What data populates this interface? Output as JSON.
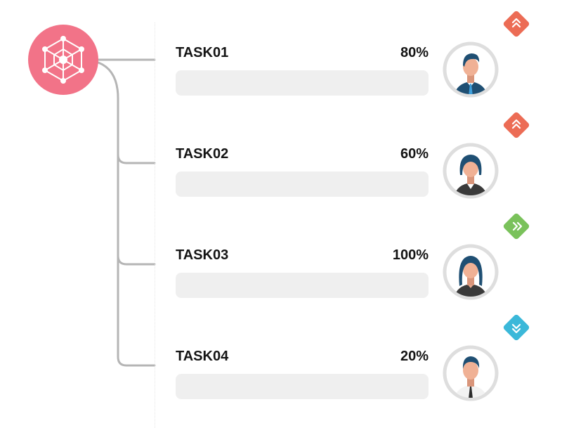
{
  "tasks": [
    {
      "label": "TASK01",
      "percent": "80%",
      "progress": 0.8,
      "priority_icon": "double-chevron-up-icon",
      "badge_color": "#ec6c55",
      "avatar": "man-suit-avatar"
    },
    {
      "label": "TASK02",
      "percent": "60%",
      "progress": 0.6,
      "priority_icon": "double-chevron-up-icon",
      "badge_color": "#ec6c55",
      "avatar": "woman-short-hair-avatar"
    },
    {
      "label": "TASK03",
      "percent": "100%",
      "progress": 1.0,
      "priority_icon": "double-chevron-right-icon",
      "badge_color": "#7ac25b",
      "avatar": "woman-long-hair-avatar"
    },
    {
      "label": "TASK04",
      "percent": "20%",
      "progress": 0.2,
      "priority_icon": "double-chevron-down-icon",
      "badge_color": "#3bb8d9",
      "avatar": "man-shirt-tie-avatar"
    }
  ],
  "colors": {
    "hub": "#f27388",
    "connector": "#b5b5b5",
    "bar_track": "#efefef"
  },
  "icons": {
    "hub": "network-hub-icon"
  }
}
